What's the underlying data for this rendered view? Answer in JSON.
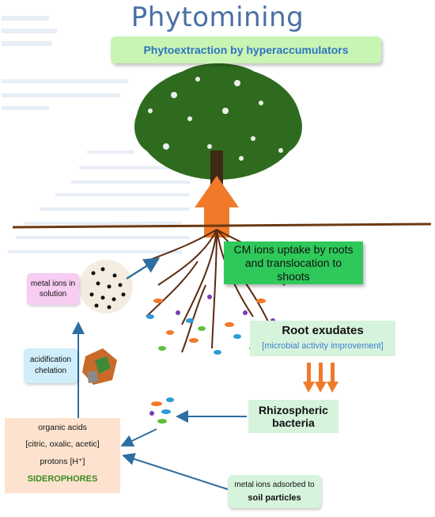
{
  "title": "Phytomining",
  "subtitle": "Phytoextraction by hyperaccumulators",
  "uptake": {
    "line1": "CM ions uptake by roots",
    "line2": "and translocation to",
    "line3": "shoots"
  },
  "exudates": {
    "title": "Root exudates",
    "subtitle": "[microbial activity improvement]"
  },
  "bacteria": {
    "line1": "Rhizospheric",
    "line2": "bacteria"
  },
  "adsorbed": {
    "line1": "metal ions adsorbed to",
    "line2": "soil particles"
  },
  "metal_solution": {
    "line1": "metal ions in",
    "line2": "solution"
  },
  "acidification": {
    "line1": "acidification",
    "line2": "chelation"
  },
  "organic": {
    "line1": "organic acids",
    "line2": "[citric, oxalic, acetic]",
    "line3": "protons [H⁺]",
    "line4": "SIDEROPHORES"
  },
  "colors": {
    "title": "#4a6fa5",
    "subtitle_bg": "#c9f5b4",
    "uptake_bg": "#2fc85a",
    "arrow_orange": "#f07a2a",
    "soil_line": "#6b3a12",
    "tree_green": "#2f6b1f",
    "connector_blue": "#2f6ea0"
  }
}
